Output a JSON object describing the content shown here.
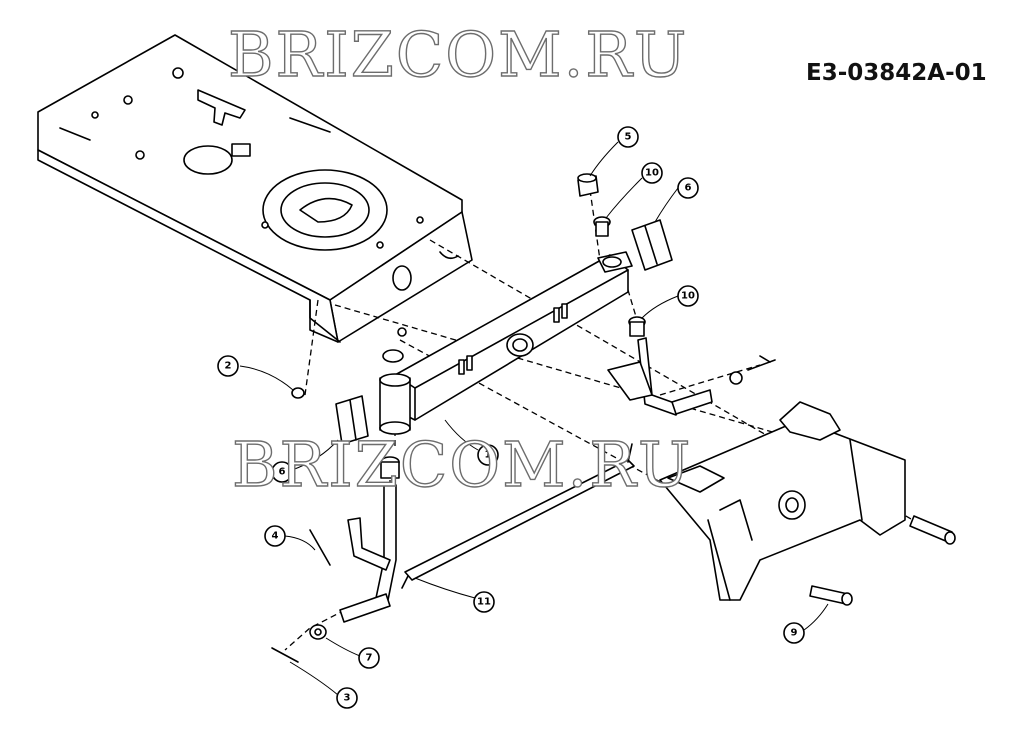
{
  "watermark": {
    "top_text": "BRIZCOM.RU",
    "middle_text": "BRIZCOM.RU"
  },
  "document_code": "E3-03842A-01",
  "callouts": [
    {
      "id": "1",
      "label": "1"
    },
    {
      "id": "2",
      "label": "2"
    },
    {
      "id": "3",
      "label": "3"
    },
    {
      "id": "4",
      "label": "4"
    },
    {
      "id": "5",
      "label": "5"
    },
    {
      "id": "6a",
      "label": "6"
    },
    {
      "id": "6b",
      "label": "6"
    },
    {
      "id": "7",
      "label": "7"
    },
    {
      "id": "9",
      "label": "9"
    },
    {
      "id": "10a",
      "label": "10"
    },
    {
      "id": "10b",
      "label": "10"
    },
    {
      "id": "11",
      "label": "11"
    }
  ]
}
